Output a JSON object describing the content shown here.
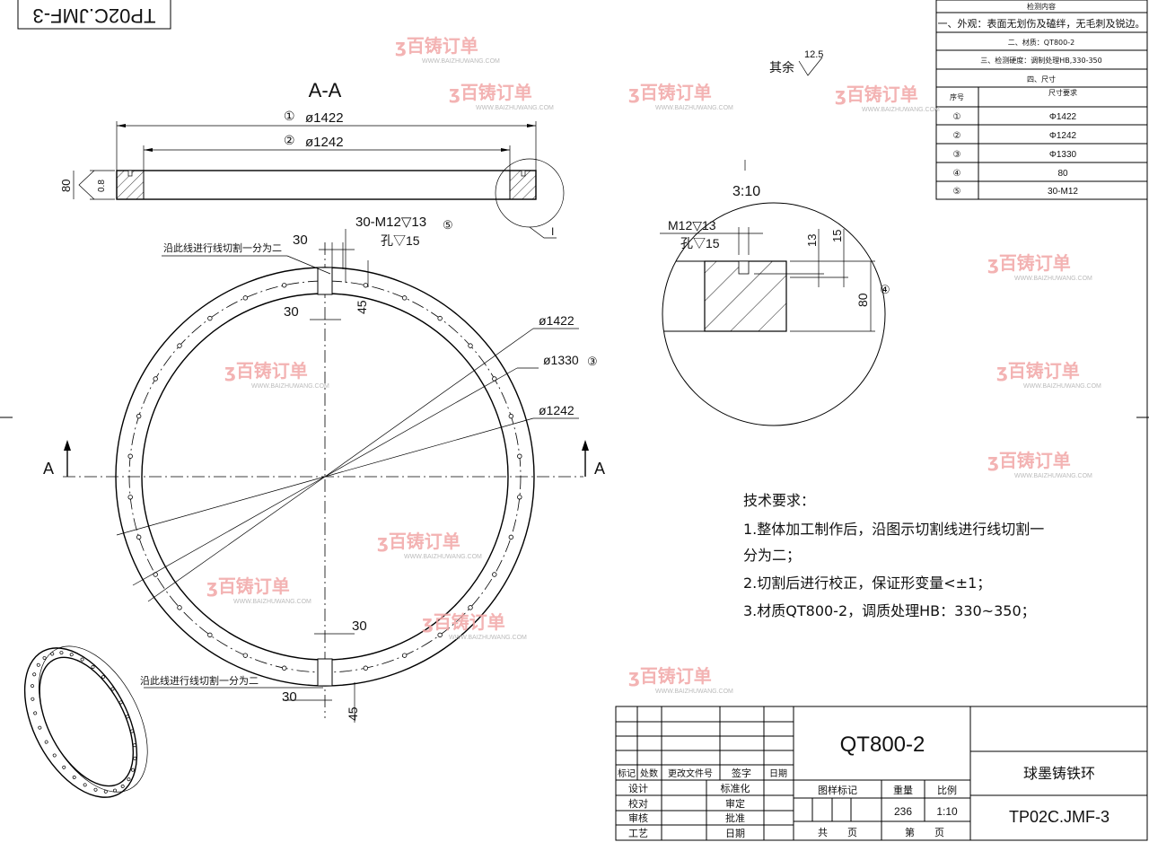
{
  "corner_label": "TP02C.JMF-3",
  "section": {
    "title": "A-A",
    "dim1_num": "①",
    "dim1": "ø1422",
    "dim2_num": "②",
    "dim2": "ø1242",
    "height": "80",
    "roughness": "0.8",
    "detail_label": "I"
  },
  "plan": {
    "thread_note": "30-M12▽13",
    "thread_num": "⑤",
    "hole_note": "孔▽15",
    "cut_note_top": "沿此线进行线切割一分为二",
    "cut_note_bottom": "沿此线进行线切割一分为二",
    "dim_30_a": "30",
    "dim_30_b": "30",
    "dim_45_top": "45",
    "dim_30_c": "30",
    "dim_30_d": "30",
    "dim_45_bottom": "45",
    "d1422": "ø1422",
    "d1330": "ø1330",
    "d1330_num": "③",
    "d1242": "ø1242",
    "section_mark_left": "A",
    "section_mark_right": "A"
  },
  "roughness_other": {
    "label": "其余",
    "value": "12.5"
  },
  "detail": {
    "label": "I",
    "scale": "3:10",
    "thread": "M12▽13",
    "hole": "孔▽15",
    "dim_13": "13",
    "dim_15": "15",
    "dim_80": "80",
    "dim_num": "④"
  },
  "tech_req": {
    "title": "技术要求：",
    "lines": [
      "1.整体加工制作后，沿图示切割线进行线切割一",
      "分为二；",
      "2.切割后进行校正，保证形变量<±1；",
      "3.材质QT800-2，调质处理HB：330~350；"
    ]
  },
  "inspection": {
    "header": "检测内容",
    "row1": "一、外观：表面无划伤及磕绊，无毛刺及锐边。",
    "row2": "二、材质：QT800-2",
    "row3": "三、检测硬度：调制处理HB,330-350",
    "row4": "四、尺寸",
    "col_no": "序号",
    "col_req": "尺寸要求",
    "rows": [
      {
        "no": "①",
        "req": "Φ1422"
      },
      {
        "no": "②",
        "req": "Φ1242"
      },
      {
        "no": "③",
        "req": "Φ1330"
      },
      {
        "no": "④",
        "req": "80"
      },
      {
        "no": "⑤",
        "req": "30-M12"
      }
    ]
  },
  "title_block": {
    "material": "QT800-2",
    "part_name": "球墨铸铁环",
    "drawing_no": "TP02C.JMF-3",
    "rev_headers": [
      "标记",
      "处数",
      "更改文件号",
      "签字",
      "日期"
    ],
    "left_labels": [
      "设计",
      "校对",
      "审核",
      "工艺"
    ],
    "mid_labels": [
      "标准化",
      "审定",
      "批准",
      "日期"
    ],
    "pattern_mark": "图样标记",
    "weight_label": "重量",
    "scale_label": "比例",
    "weight": "236",
    "scale": "1:10",
    "total_pages": "共　　页",
    "page_no": "第　　页"
  },
  "watermark": {
    "text": "百铸订单",
    "url": "WWW.BAIZHUWANG.COM"
  }
}
